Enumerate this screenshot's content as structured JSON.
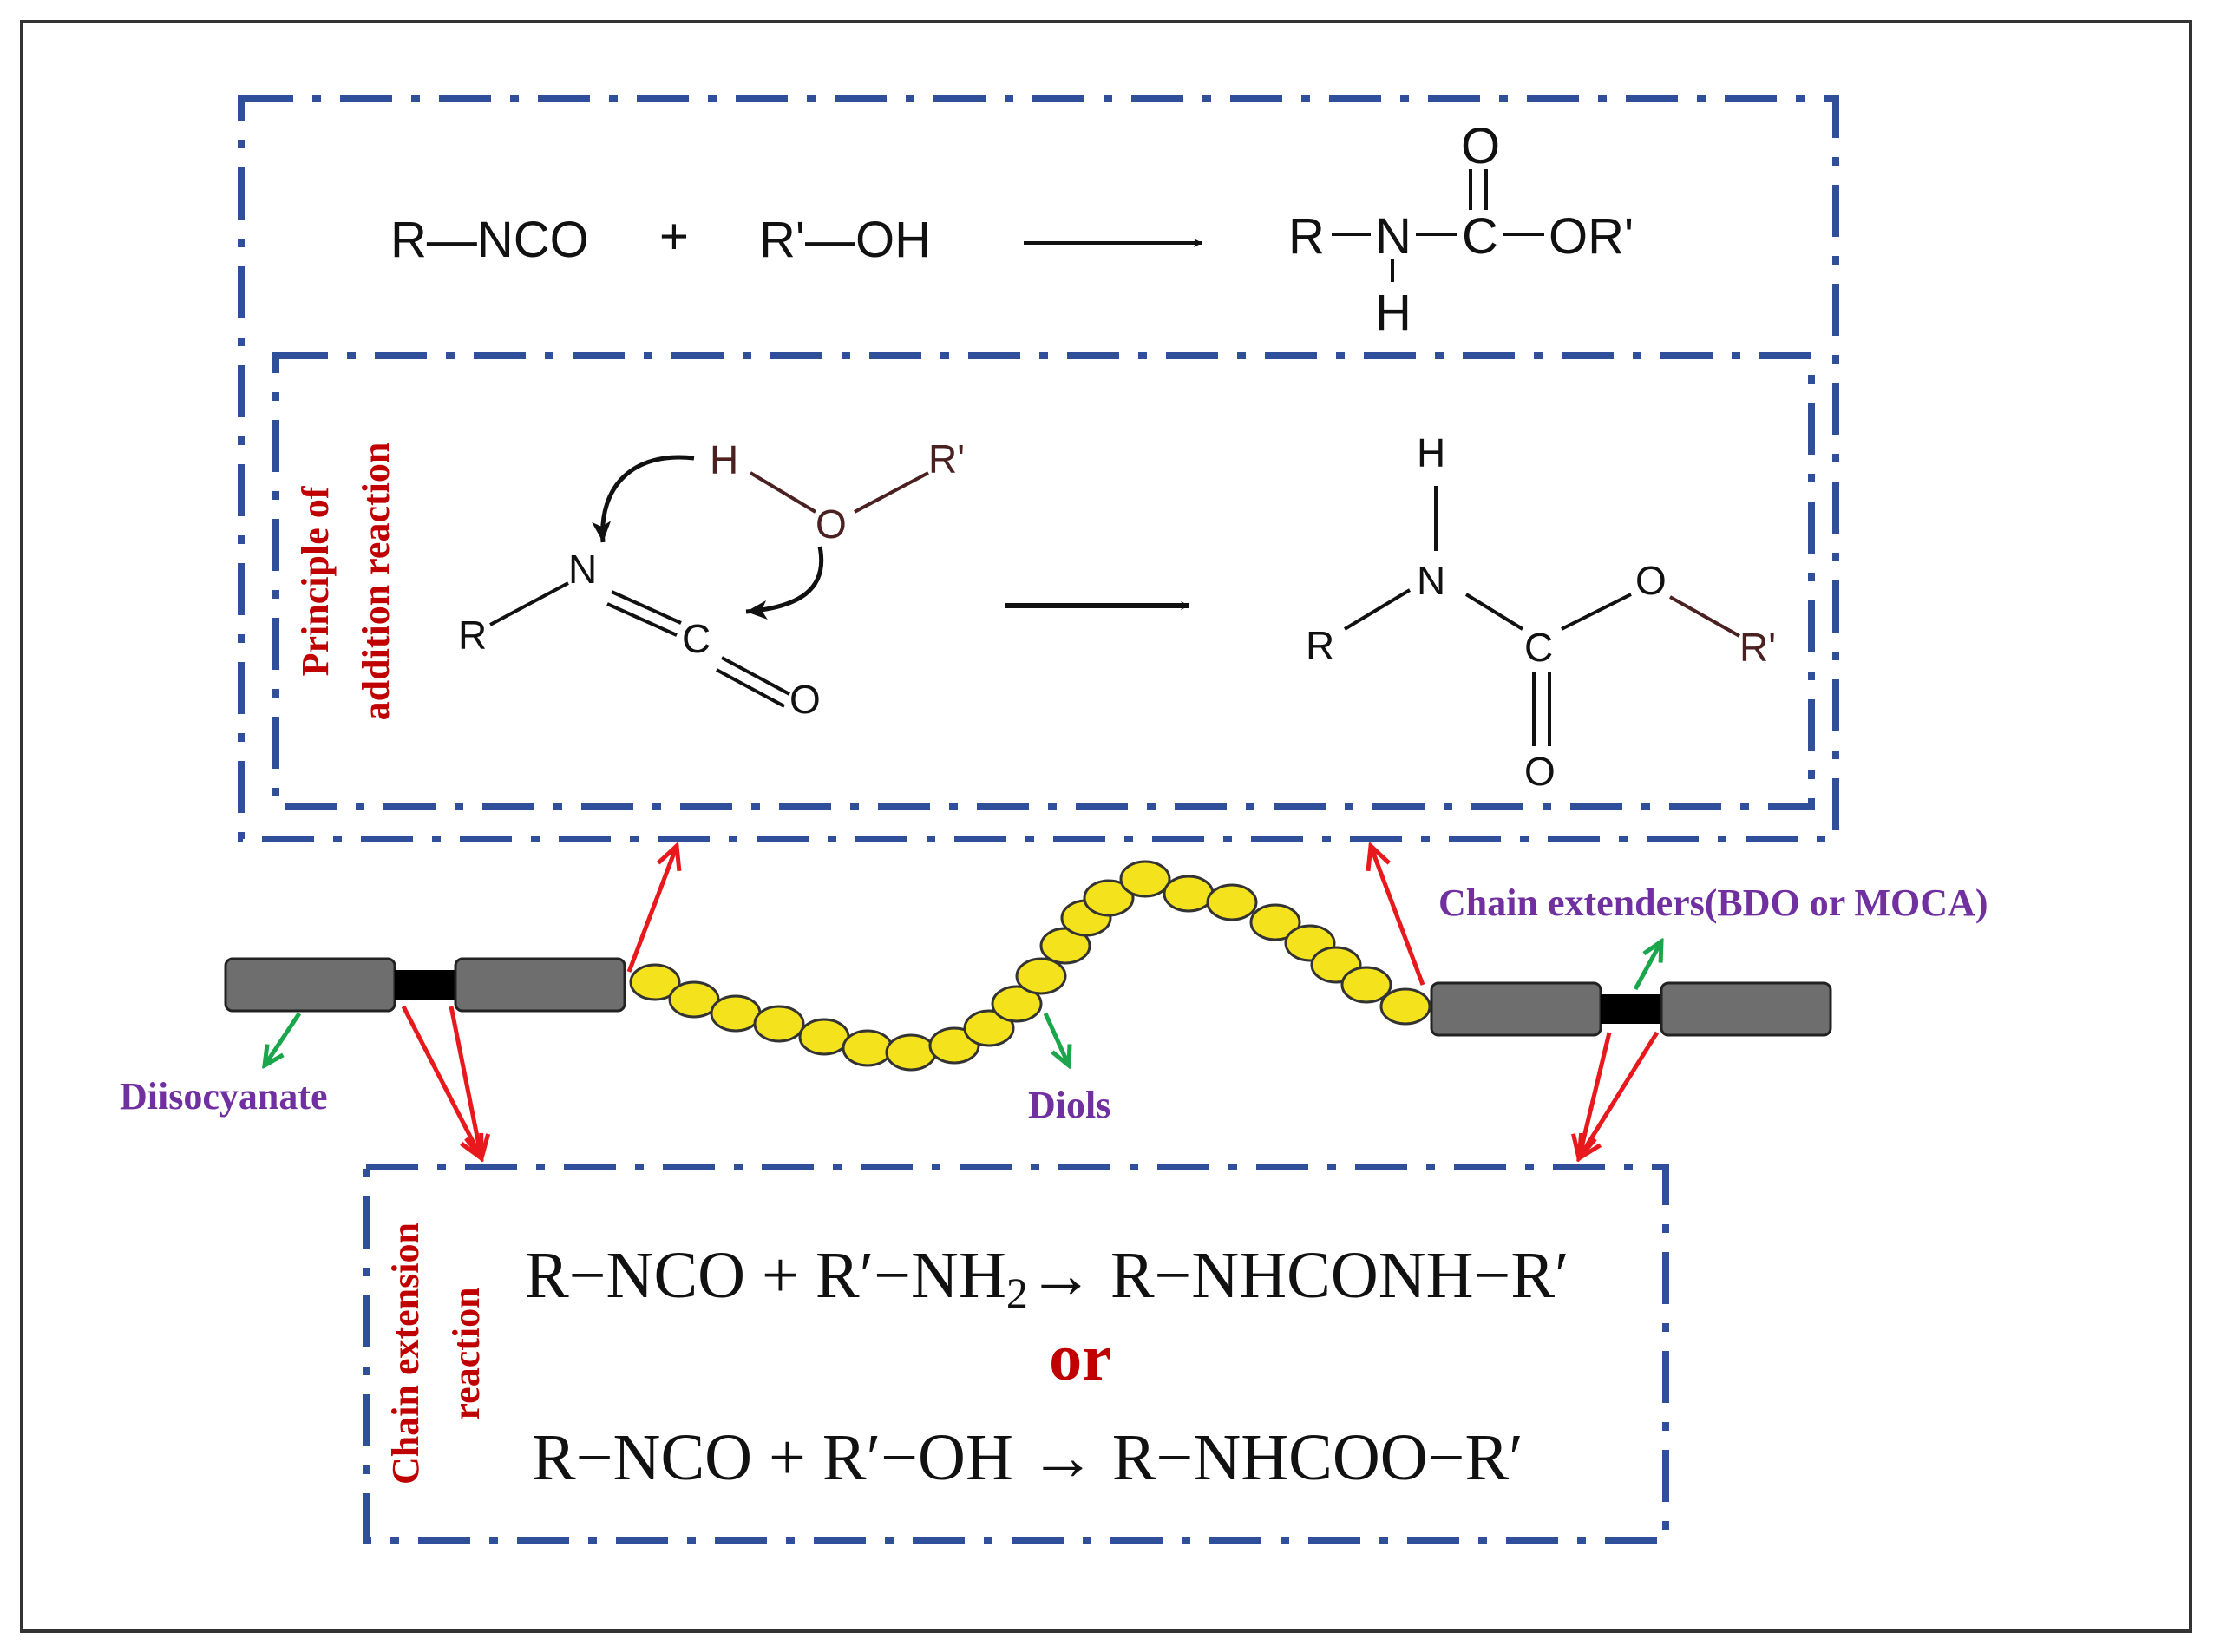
{
  "reaction_overall": {
    "reactant1": "R—NCO",
    "plus": "+",
    "reactant2": "R'—OH",
    "product_R": "R",
    "product_N": "N",
    "product_H": "H",
    "product_C": "C",
    "product_O_top": "O",
    "product_OR": "OR'"
  },
  "mechanism": {
    "side_label_line1": "Principle of",
    "side_label_line2": "addition reaction",
    "r_label": "R",
    "n_label": "N",
    "c_label": "C",
    "o_label": "O",
    "h_label": "H",
    "o2_label": "O",
    "rprime_label": "R'",
    "p_h_label": "H",
    "p_n_label": "N",
    "p_r_label": "R",
    "p_c_label": "C",
    "p_o_label": "O",
    "p_rprime_label": "R'",
    "p_o_bottom_label": "O"
  },
  "chain": {
    "diisocyanate_label": "Diisocyanate",
    "diols_label": "Diols",
    "chain_extenders_label": "Chain extenders(BDO or MOCA)"
  },
  "chain_extension": {
    "side_label_line1": "Chain extension",
    "side_label_line2": "reaction",
    "eq1_part1": "R−NCO + R′−NH",
    "eq1_sub": "2",
    "eq1_part2": "→ R−NHCONH−R′",
    "or_text": "or",
    "eq2": "R−NCO + R′−OH → R−NHCOO−R′"
  },
  "colors": {
    "box_border": "#2f4f9a",
    "arrow_red": "#e8191c",
    "arrow_green": "#1aa64a",
    "bead_fill": "#f4e21c",
    "block_fill": "#6e6e6e",
    "label_red": "#c00000",
    "label_purple": "#7030a0"
  }
}
